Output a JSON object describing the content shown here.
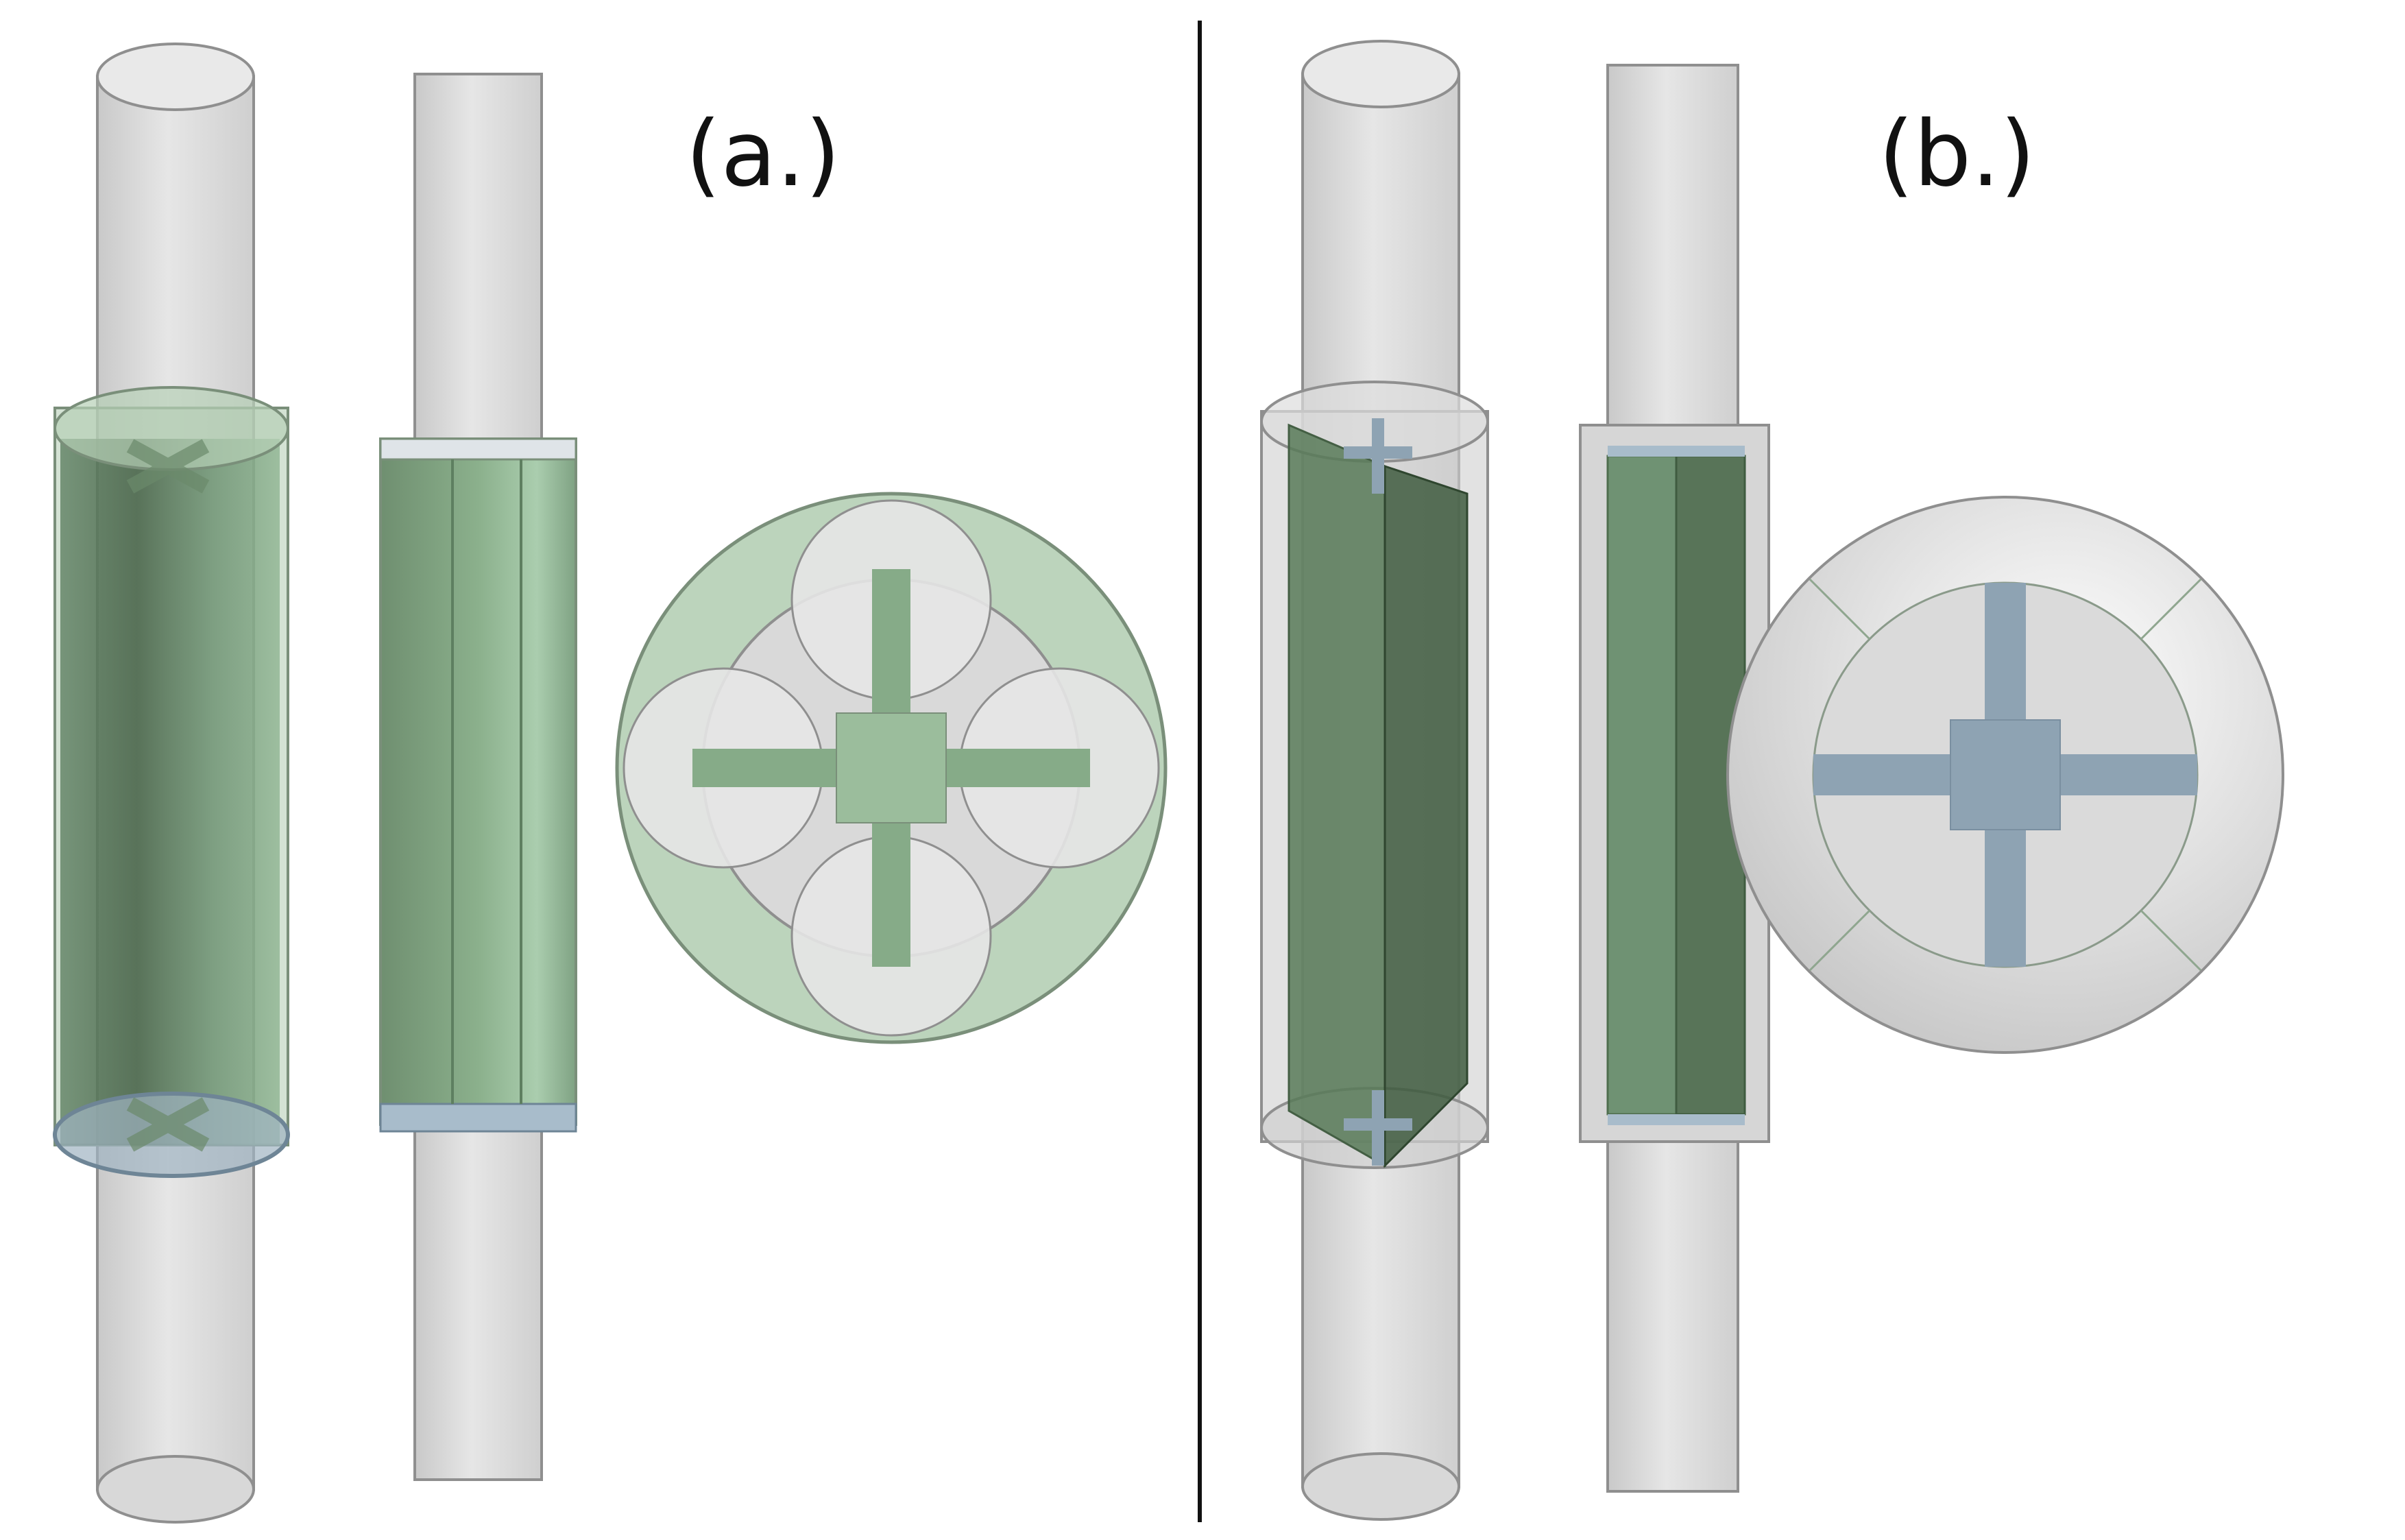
{
  "figure": {
    "panels": [
      {
        "id": "a",
        "label": "(a.)"
      },
      {
        "id": "b",
        "label": "(b.)"
      }
    ]
  },
  "colors": {
    "background": "#ffffff",
    "pipe_gray": "#dcdcdc",
    "pipe_edge": "#8f8f8f",
    "green_dark": "#4f6e4e",
    "green_mid": "#6d9271",
    "green_light": "#a9c8a9",
    "steel_blue": "#8ea3b3",
    "divider": "#111111"
  },
  "icons": [
    "cylinder-pipe",
    "cross-support",
    "disk-section"
  ]
}
